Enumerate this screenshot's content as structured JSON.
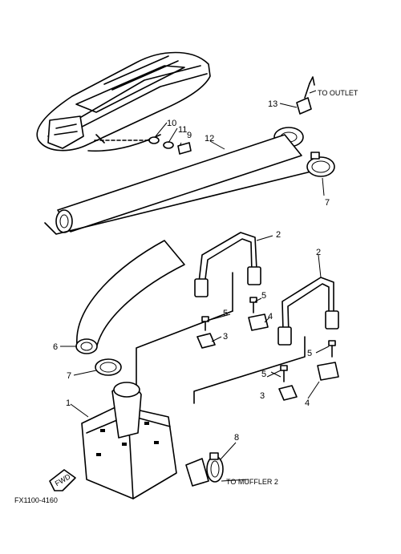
{
  "callouts": {
    "c1": "1",
    "c2a": "2",
    "c2b": "2",
    "c3a": "3",
    "c3b": "3",
    "c4a": "4",
    "c4b": "4",
    "c5a": "5",
    "c5b": "5",
    "c5c": "5",
    "c5d": "5",
    "c6": "6",
    "c7a": "7",
    "c7b": "7",
    "c8": "8",
    "c9": "9",
    "c10": "10",
    "c11": "11",
    "c12": "12",
    "c13": "13"
  },
  "notes": {
    "to_outlet": "TO OUTLET",
    "to_muffler": "TO MUFFLER 2",
    "fwd": "FWD",
    "figure_code": "FX1100-4160"
  }
}
